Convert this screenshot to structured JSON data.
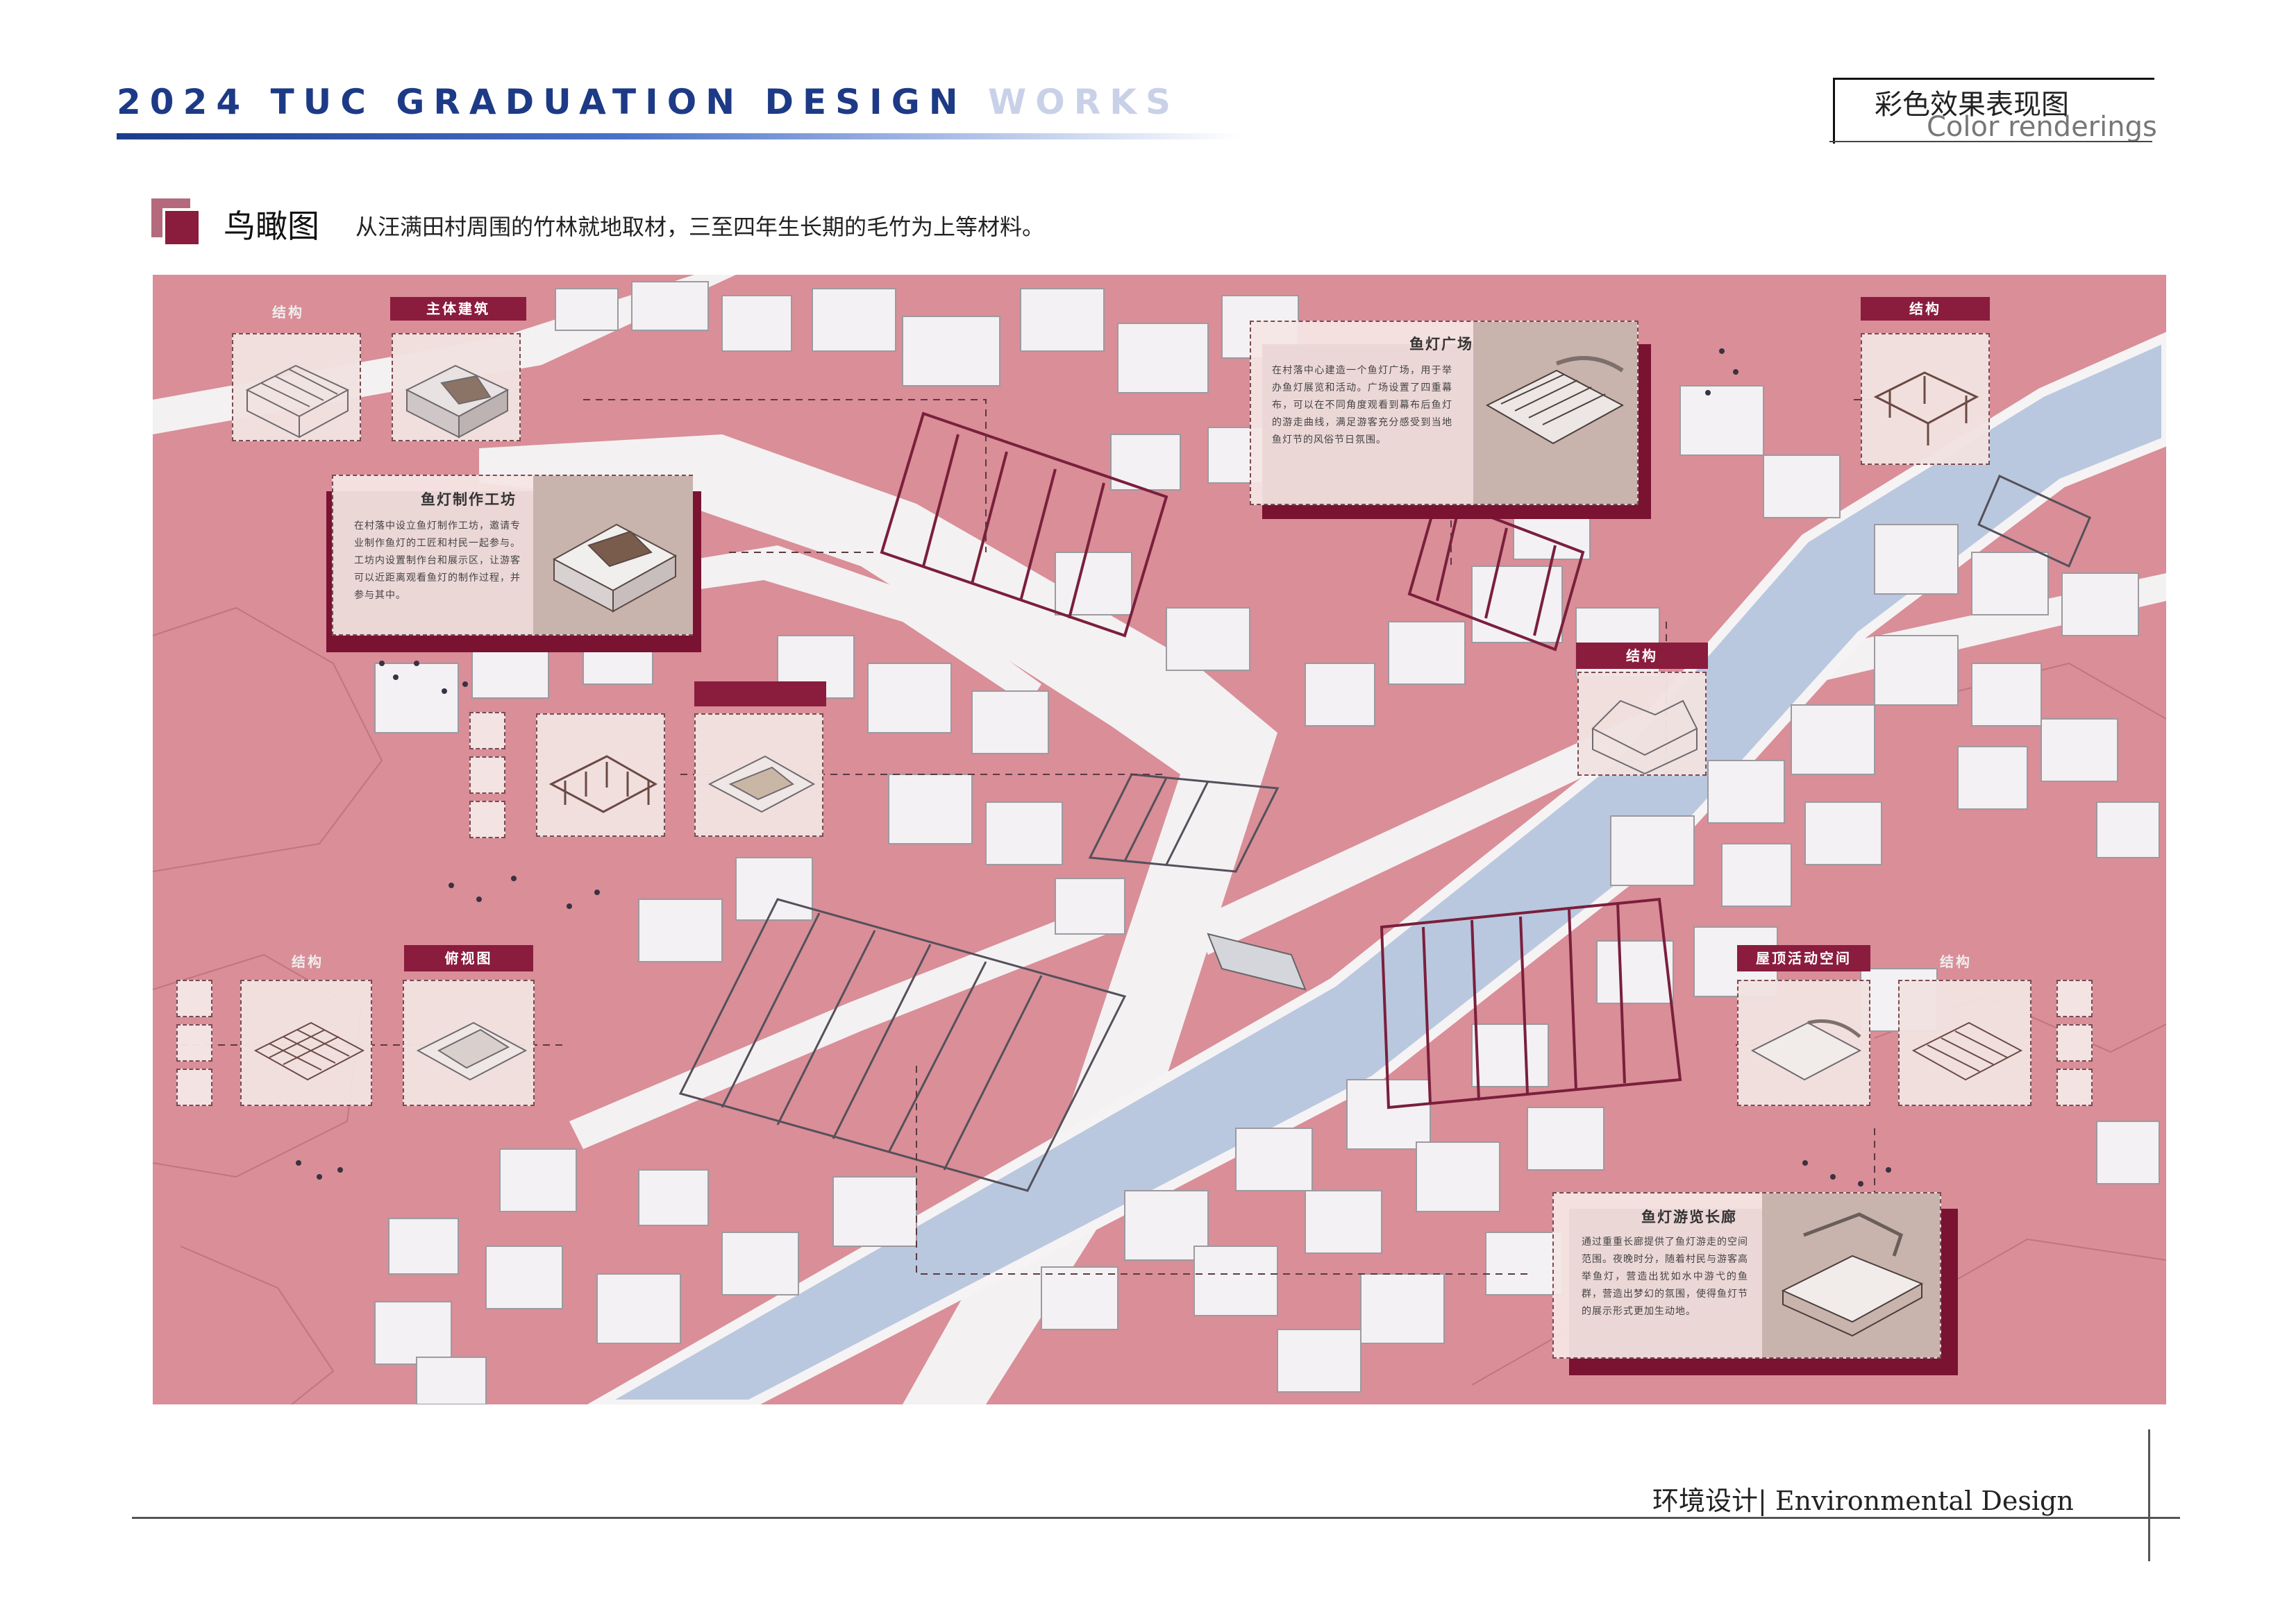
{
  "header": {
    "title_dark": "2024 TUC GRADUATION DESIGN",
    "title_light": "WORKS",
    "section_zh": "彩色效果表现图",
    "section_en": "Color renderings"
  },
  "subtitle": {
    "title": "鸟瞰图",
    "description": "从汪满田村周围的竹林就地取材，三至四年生长期的毛竹为上等材料。"
  },
  "colors": {
    "accent": "#8a1c3e",
    "map_ground": "#d98e98",
    "river": "#b9c8df",
    "building": "#f3f1f3",
    "header_blue": "#1d3a86"
  },
  "map": {
    "labels": {
      "top_left_structure": "结构",
      "main_building": "主体建筑",
      "top_right_structure": "结构",
      "center_structure": "结构",
      "left_structure": "结构",
      "top_view": "俯视图",
      "rooftop": "屋顶活动空间",
      "right_structure": "结构"
    },
    "cards": {
      "workshop": {
        "title": "鱼灯制作工坊",
        "text": "在村落中设立鱼灯制作工坊，邀请专业制作鱼灯的工匠和村民一起参与。工坊内设置制作台和展示区，让游客可以近距离观看鱼灯的制作过程，并参与其中。"
      },
      "plaza": {
        "title": "鱼灯广场",
        "text": "在村落中心建造一个鱼灯广场，用于举办鱼灯展览和活动。广场设置了四重幕布，可以在不同角度观看到幕布后鱼灯的游走曲线，满足游客充分感受到当地鱼灯节的风俗节日氛围。"
      },
      "corridor": {
        "title": "鱼灯游览长廊",
        "text": "通过重重长廊提供了鱼灯游走的空间范围。夜晚时分，随着村民与游客高举鱼灯，营造出犹如水中游弋的鱼群，营造出梦幻的氛围，使得鱼灯节的展示形式更加生动地。"
      }
    }
  },
  "footer": {
    "text": "环境设计| Environmental Design"
  }
}
